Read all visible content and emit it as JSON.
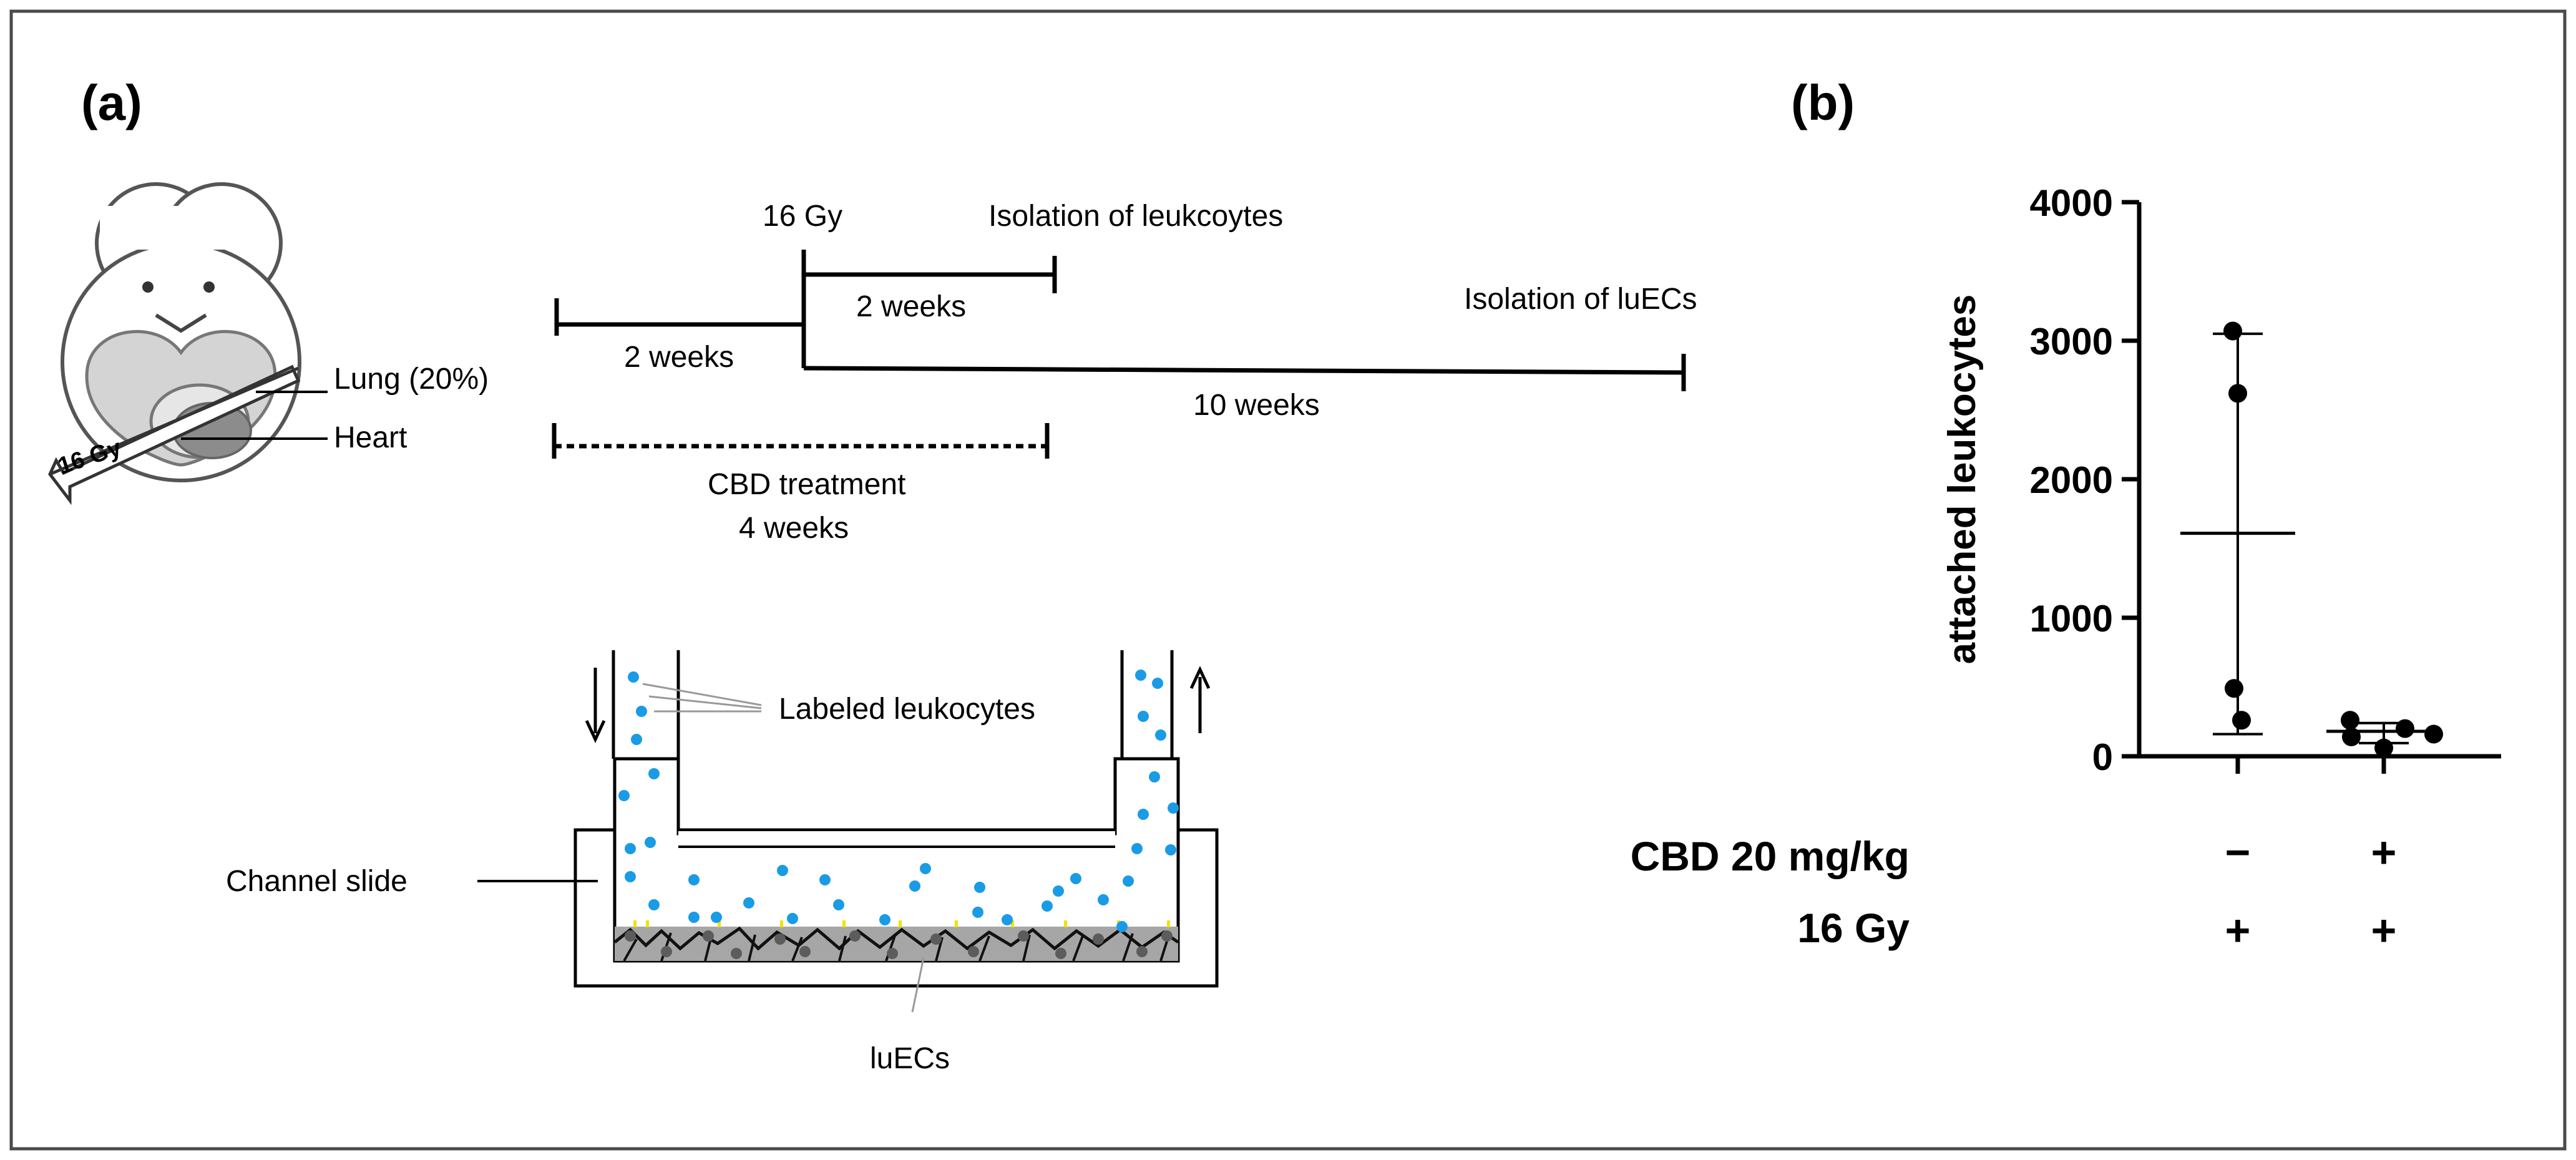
{
  "panel_a": {
    "label": "(a)",
    "mouse": {
      "beam_label": "16 Gy",
      "lung_label": "Lung (20%)",
      "heart_label": "Heart"
    },
    "timeline": {
      "dose_label": "16 Gy",
      "isolation_leukocytes": "Isolation  of leukcoytes",
      "pre_weeks": "2 weeks",
      "post_weeks": "2 weeks",
      "isolation_luecs": "Isolation  of luECs",
      "long_weeks": "10 weeks",
      "cbd_treatment": "CBD treatment",
      "cbd_weeks": "4 weeks"
    },
    "flow_chamber": {
      "leukocytes_label": "Labeled leukocytes",
      "slide_label": "Channel slide",
      "cells_label": "luECs"
    }
  },
  "panel_b": {
    "label": "(b)",
    "row_labels": [
      "CBD 20 mg/kg",
      "16 Gy"
    ],
    "groups": [
      {
        "cbd": "−",
        "gy": "+"
      },
      {
        "cbd": "+",
        "gy": "+"
      }
    ]
  },
  "chart_data": {
    "type": "scatter",
    "ylabel": "attached leukocytes",
    "ylim": [
      0,
      4000
    ],
    "yticks": [
      0,
      1000,
      2000,
      3000,
      4000
    ],
    "groups": [
      {
        "points": [
          3070,
          2620,
          490,
          260
        ],
        "mean": 1610,
        "error_low": 160,
        "error_high": 3050
      },
      {
        "points": [
          260,
          140,
          200,
          160,
          60
        ],
        "mean": 180,
        "error_low": 95,
        "error_high": 240
      }
    ]
  },
  "colors": {
    "cell_blue": "#1a9be6",
    "ec_gray": "#a6a6a6",
    "mouse_body": "#ffffff",
    "lung_fill": "#d4d4d4",
    "heart_fill": "#8c8c8c",
    "frame": "#4a4a4a"
  }
}
